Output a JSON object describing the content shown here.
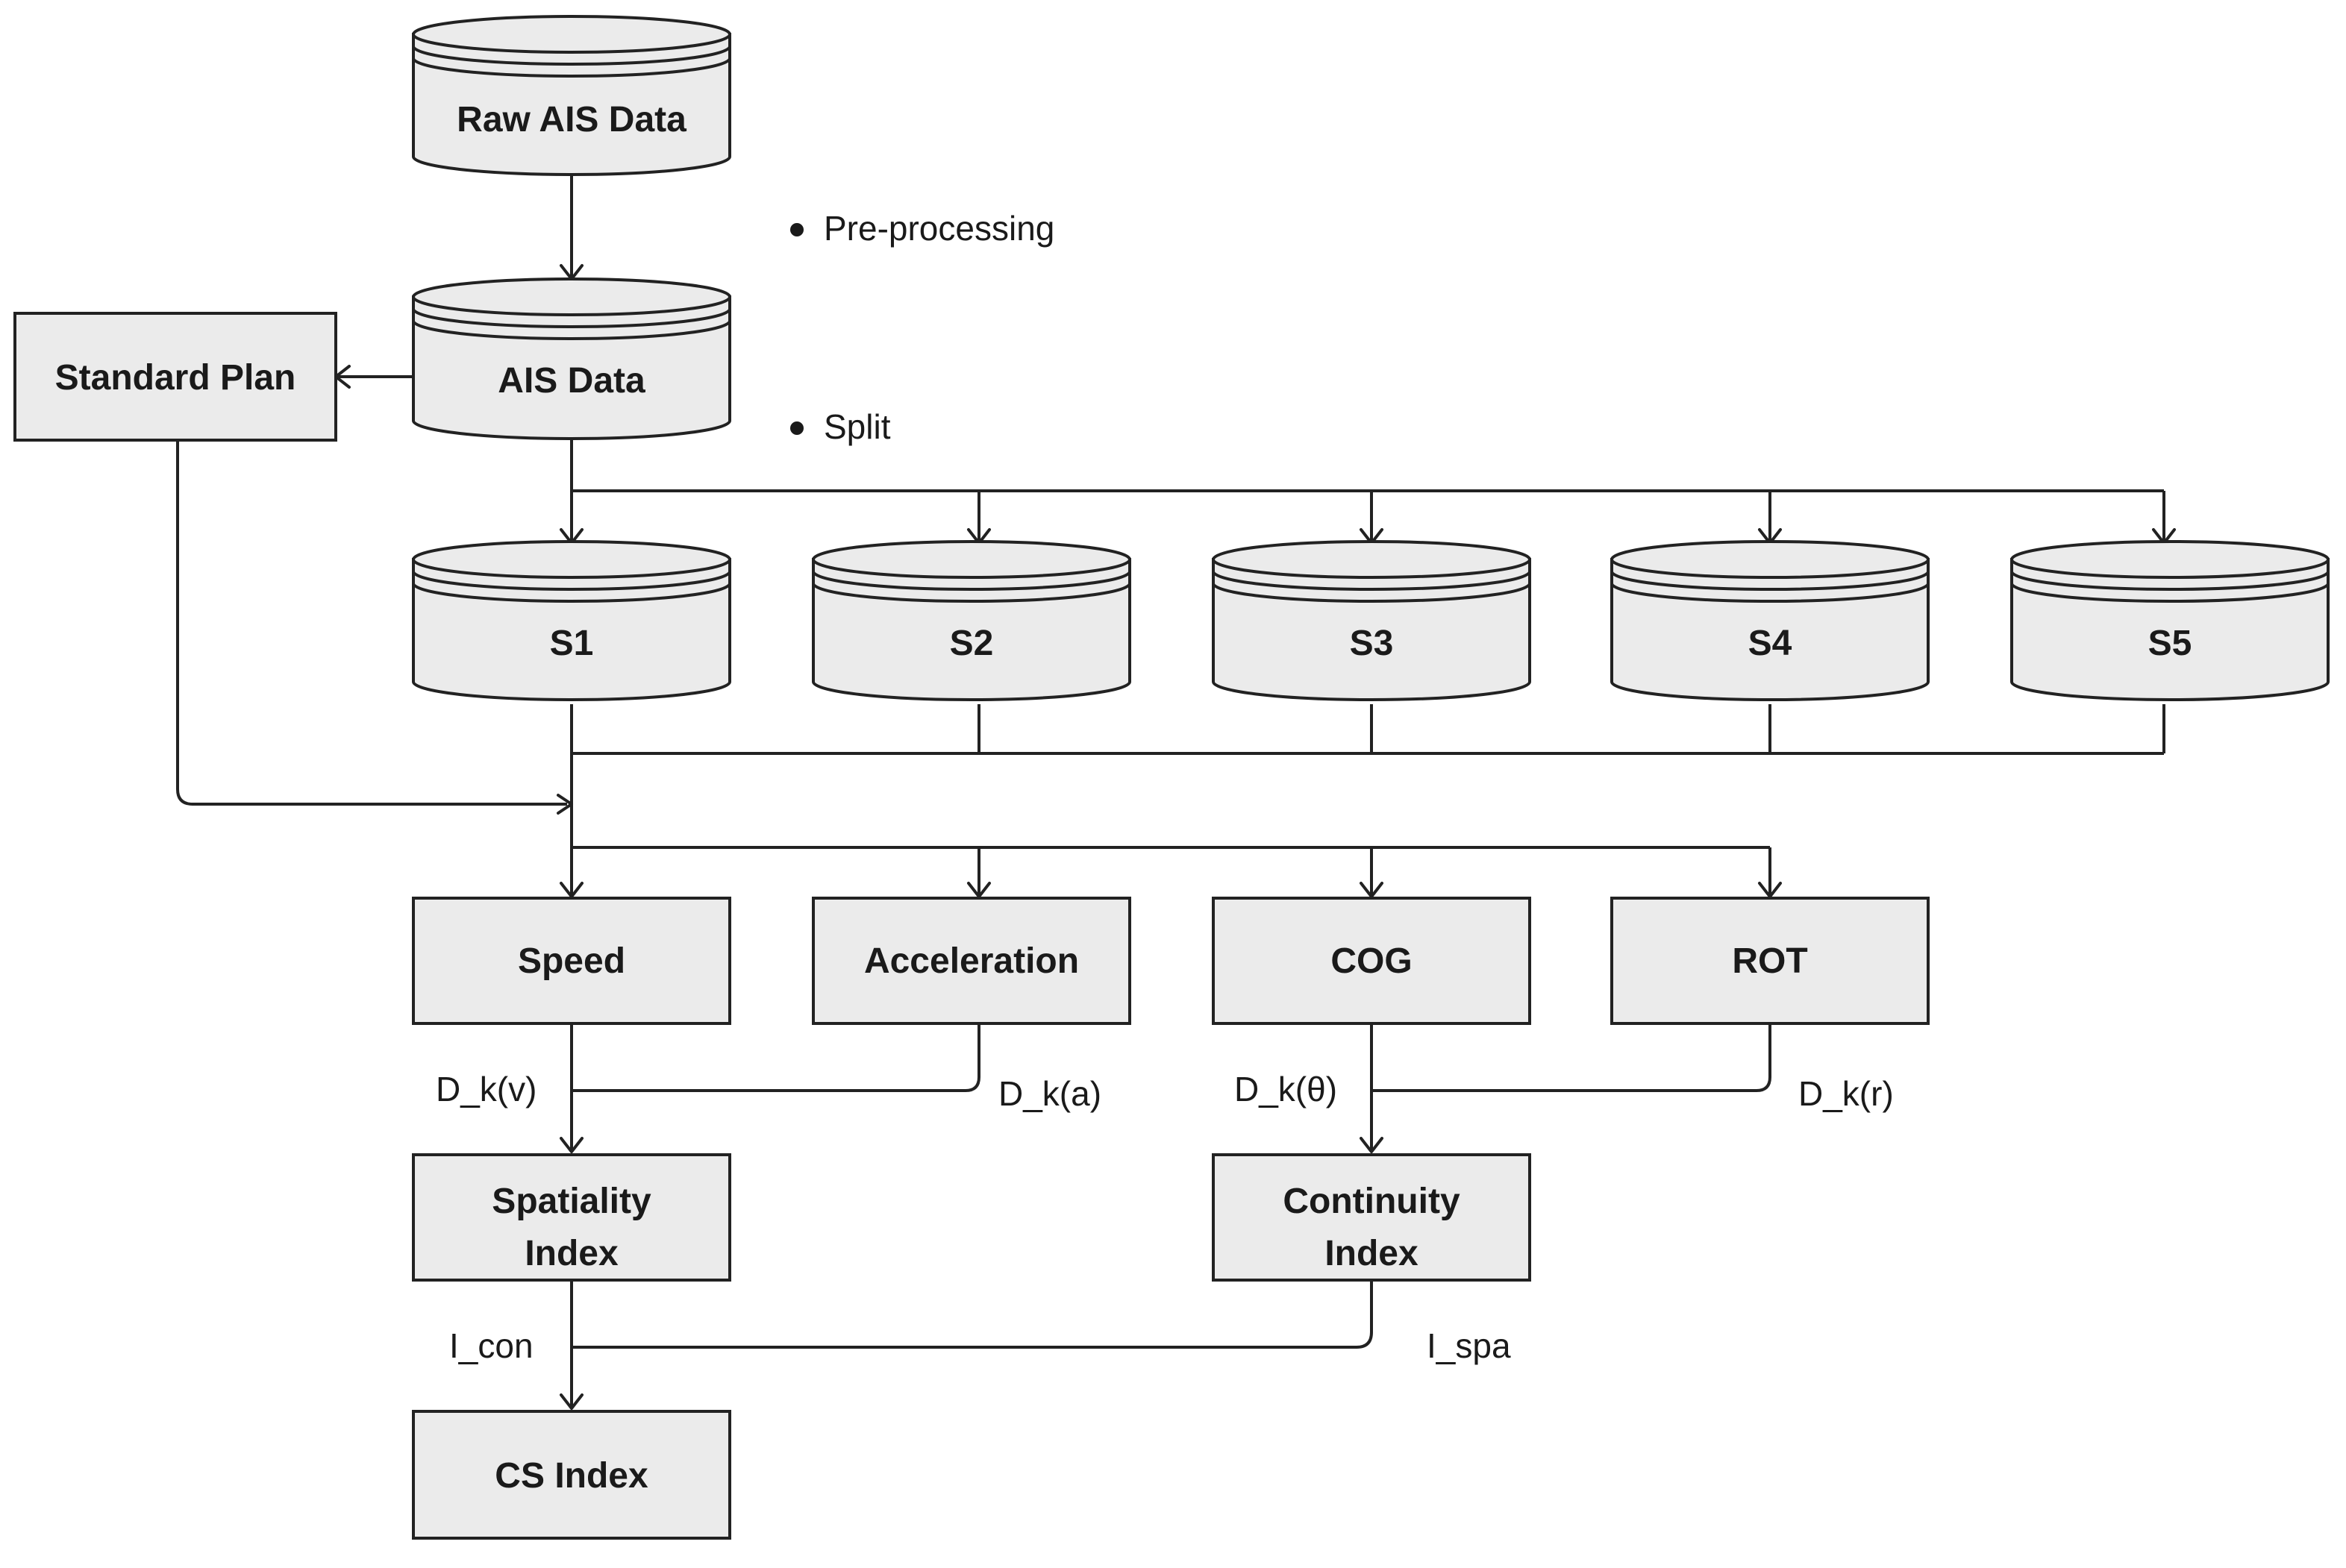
{
  "nodes": {
    "raw_ais": "Raw AIS Data",
    "ais": "AIS Data",
    "standard_plan": "Standard Plan",
    "s1": "S1",
    "s2": "S2",
    "s3": "S3",
    "s4": "S4",
    "s5": "S5",
    "speed": "Speed",
    "acceleration": "Acceleration",
    "cog": "COG",
    "rot": "ROT",
    "spatiality_line1": "Spatiality",
    "spatiality_line2": "Index",
    "continuity_line1": "Continuity",
    "continuity_line2": "Index",
    "cs_index": "CS Index"
  },
  "steps": {
    "preprocessing": "Pre-processing",
    "split": "Split"
  },
  "edge_labels": {
    "dk_v": "D_k(v)",
    "dk_a": "D_k(a)",
    "dk_theta": "D_k(θ)",
    "dk_r": "D_k(r)",
    "i_con": "I_con",
    "i_spa": "I_spa"
  }
}
